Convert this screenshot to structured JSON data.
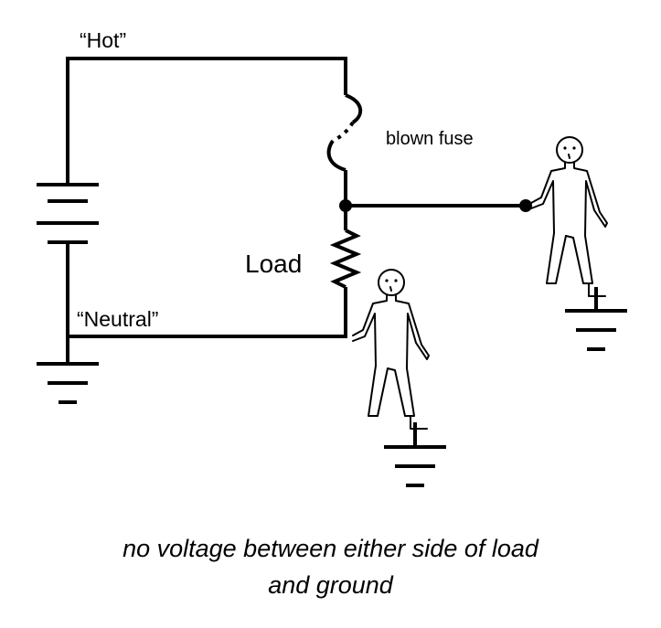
{
  "labels": {
    "hot": "“Hot”",
    "neutral": "“Neutral”",
    "load": "Load",
    "blown_fuse": "blown fuse"
  },
  "caption": {
    "line1": "no voltage between either side of load",
    "line2": "and ground"
  },
  "colors": {
    "ink": "#000000",
    "background": "#ffffff"
  }
}
